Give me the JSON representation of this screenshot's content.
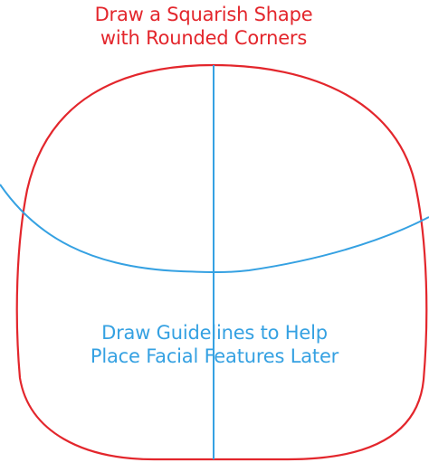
{
  "colors": {
    "outline": "#e3262c",
    "guideline": "#35a1e2",
    "background": "#ffffff"
  },
  "captions": {
    "top": {
      "line1": "Draw a Squarish Shape",
      "line2": "with Rounded Corners"
    },
    "bottom": {
      "line1": "Draw Guidelines to Help",
      "line2": "Place Facial Features Later"
    }
  }
}
